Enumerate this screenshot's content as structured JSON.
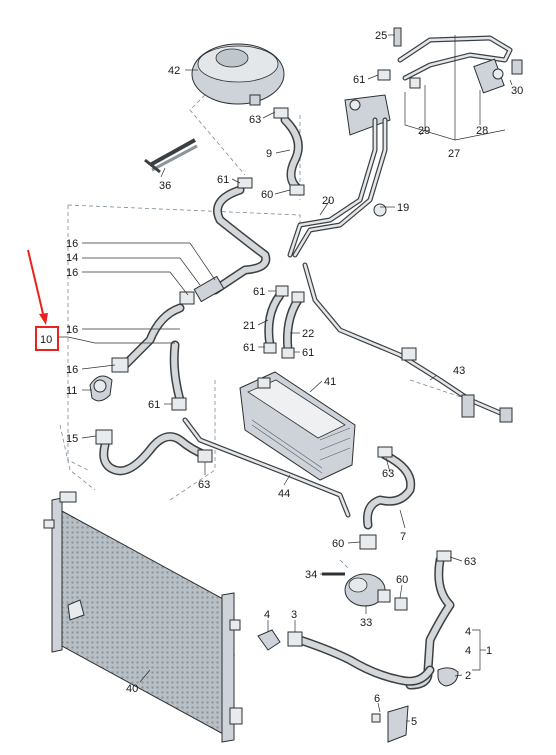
{
  "diagram": {
    "highlight_color": "#e8231f",
    "highlighted_label": "10",
    "labels": {
      "p1": "1",
      "p2": "2",
      "p3": "3",
      "p4a": "4",
      "p4b": "4",
      "p5": "5",
      "p6": "6",
      "p7": "7",
      "p9": "9",
      "p10": "10",
      "p11": "11",
      "p14": "14",
      "p15": "15",
      "p16a": "16",
      "p16b": "16",
      "p16c": "16",
      "p16d": "16",
      "p19": "19",
      "p20": "20",
      "p21": "21",
      "p22": "22",
      "p25": "25",
      "p27": "27",
      "p28": "28",
      "p29": "29",
      "p30": "30",
      "p33": "33",
      "p34": "34",
      "p36": "36",
      "p40": "40",
      "p41": "41",
      "p42": "42",
      "p43": "43",
      "p44": "44",
      "p60a": "60",
      "p60b": "60",
      "p60c": "60",
      "p61a": "61",
      "p61b": "61",
      "p61c": "61",
      "p61d": "61",
      "p61e": "61",
      "p61f": "61",
      "p63a": "63",
      "p63b": "63",
      "p63c": "63",
      "p63d": "63"
    }
  }
}
